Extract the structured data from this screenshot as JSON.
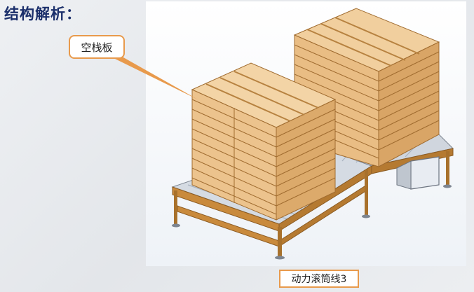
{
  "slide": {
    "title": "结构解析：",
    "callout_label": "空栈板",
    "caption": "动力滚筒线3"
  },
  "colors": {
    "title": "#1b2f6b",
    "accent_border": "#e89a4c",
    "wood": "#e9bd84",
    "wood_dark": "#c98f4f",
    "frame": "#c98a3c",
    "roller": "#c4ccd6"
  },
  "figure": {
    "subject": "powered roller conveyor with two stacks of empty wooden pallets"
  }
}
